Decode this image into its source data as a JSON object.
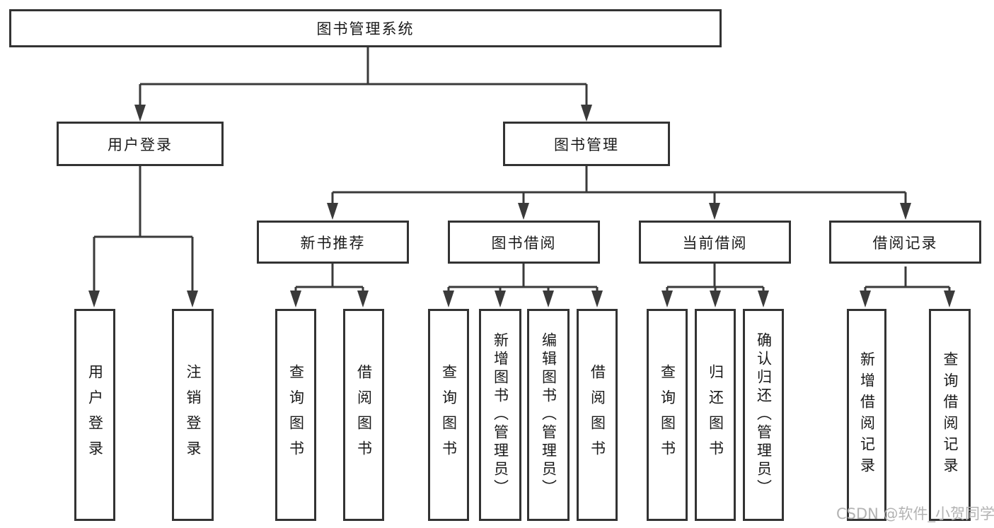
{
  "diagram": {
    "root": {
      "label": "图书管理系统"
    },
    "branches": [
      {
        "label": "用户登录",
        "children": [
          {
            "label": "用户登录"
          },
          {
            "label": "注销登录"
          }
        ]
      },
      {
        "label": "图书管理",
        "children": [
          {
            "label": "新书推荐",
            "children": [
              {
                "label": "查询图书"
              },
              {
                "label": "借阅图书"
              }
            ]
          },
          {
            "label": "图书借阅",
            "children": [
              {
                "label": "查询图书"
              },
              {
                "label": "新增图书（管理员）"
              },
              {
                "label": "编辑图书（管理员）"
              },
              {
                "label": "借阅图书"
              }
            ]
          },
          {
            "label": "当前借阅",
            "children": [
              {
                "label": "查询图书"
              },
              {
                "label": "归还图书"
              },
              {
                "label": "确认归还（管理员）"
              }
            ]
          },
          {
            "label": "借阅记录",
            "children": [
              {
                "label": "新增借阅记录"
              },
              {
                "label": "查询借阅记录"
              }
            ]
          }
        ]
      }
    ]
  },
  "watermark": {
    "text": "CSDN @软件_小贺同学",
    "color": "#b3b3b3"
  },
  "colors": {
    "line": "#3a3a3a",
    "box_border": "#333333",
    "text": "#1a1a1a",
    "background": "#ffffff"
  }
}
